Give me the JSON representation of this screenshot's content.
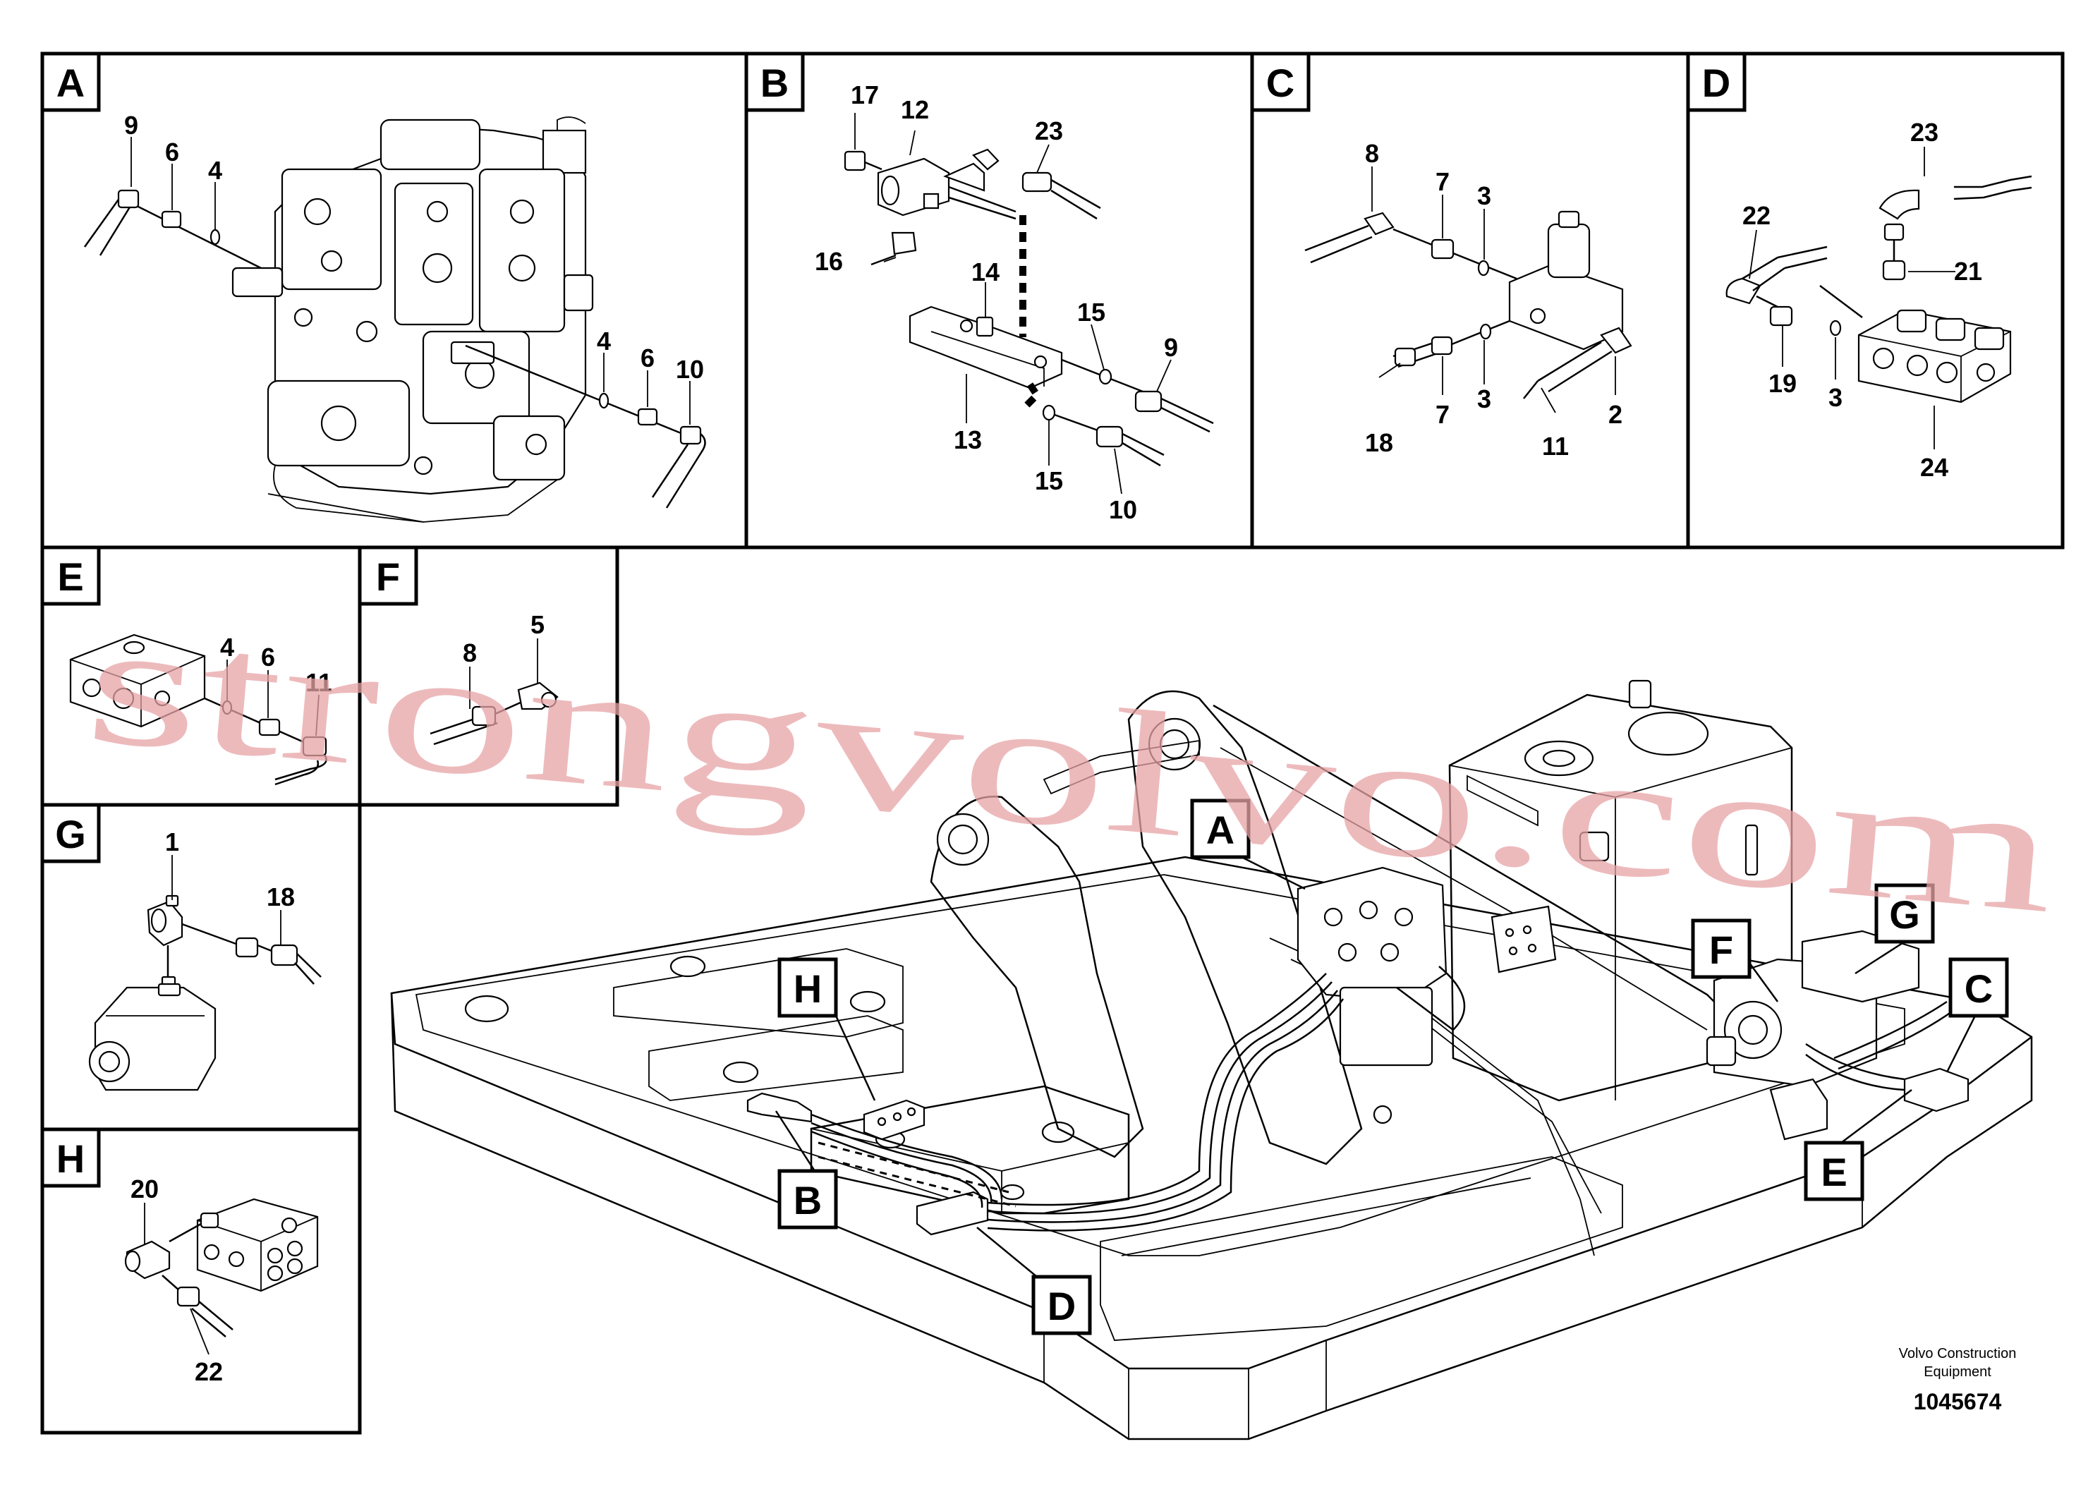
{
  "panels": {
    "A": {
      "tag": "A",
      "labels": [
        "9",
        "6",
        "4",
        "4",
        "6",
        "10"
      ]
    },
    "B": {
      "tag": "B",
      "labels": [
        "17",
        "12",
        "23",
        "16",
        "14",
        "15",
        "9",
        "13",
        "15",
        "10"
      ]
    },
    "C": {
      "tag": "C",
      "labels": [
        "8",
        "7",
        "3",
        "18",
        "7",
        "3",
        "11",
        "2"
      ]
    },
    "D": {
      "tag": "D",
      "labels": [
        "23",
        "22",
        "21",
        "19",
        "3",
        "24"
      ]
    },
    "E": {
      "tag": "E",
      "labels": [
        "4",
        "6",
        "11"
      ]
    },
    "F": {
      "tag": "F",
      "labels": [
        "8",
        "5"
      ]
    },
    "G": {
      "tag": "G",
      "labels": [
        "1",
        "18"
      ]
    },
    "H": {
      "tag": "H",
      "labels": [
        "20",
        "22"
      ]
    }
  },
  "overview_callouts": [
    "A",
    "H",
    "B",
    "D",
    "F",
    "G",
    "C",
    "E"
  ],
  "watermark": "strongvolvo.com",
  "footer": {
    "company_line1": "Volvo Construction",
    "company_line2": "Equipment",
    "doc_number": "1045674"
  },
  "colors": {
    "line": "#000000",
    "background": "#ffffff",
    "watermark": "#e7a3a6"
  }
}
